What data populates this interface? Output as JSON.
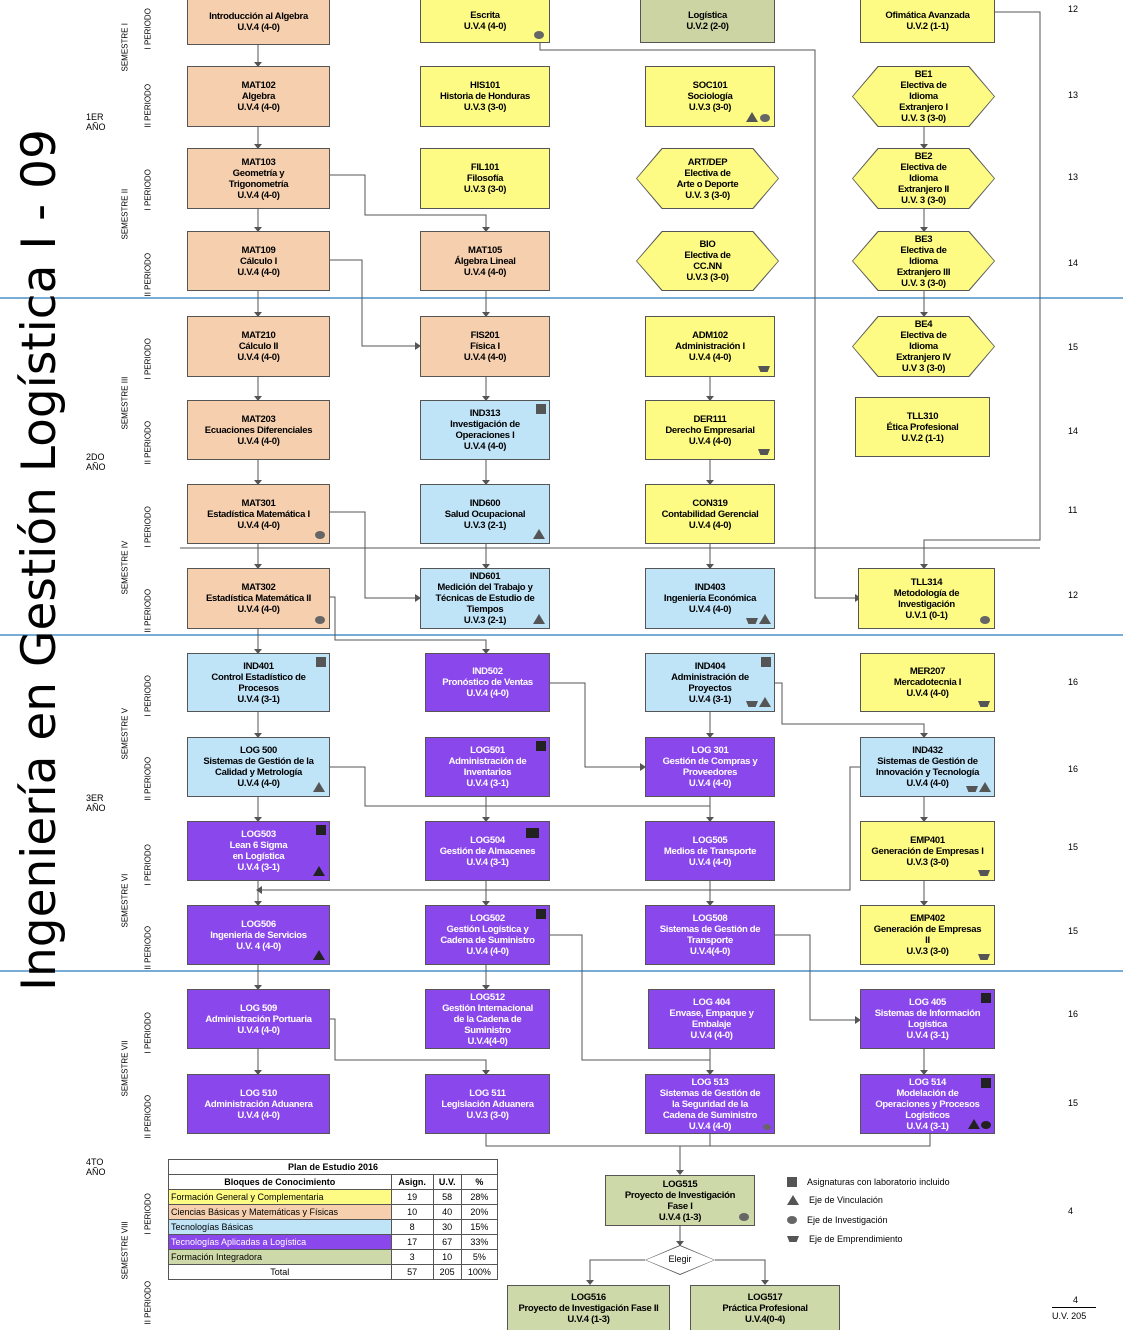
{
  "title": "Ingeniería en Gestión Logística I - 09",
  "years": {
    "y1": "1ER\nAÑO",
    "y2": "2DO\nAÑO",
    "y3": "3ER\nAÑO",
    "y4": "4TO\nAÑO"
  },
  "semesters": {
    "s1": "SEMESTRE I",
    "s2": "SEMESTRE II",
    "s3": "SEMESTRE III",
    "s4": "SEMESTRE IV",
    "s5": "SEMESTRE V",
    "s6": "SEMESTRE VI",
    "s7": "SEMESTRE VII",
    "s8": "SEMESTRE VIII"
  },
  "periods": {
    "p1": "I PERIODO",
    "p2": "II PERIODO"
  },
  "courses": {
    "c1": "Introducción al Algebra\nU.V.4 (4-0)",
    "c2": "Escrita\nU.V.4 (4-0)",
    "c3": "Logística\nU.V.2 (2-0)",
    "c4": "Ofimática Avanzada\nU.V.2 (1-1)",
    "c5": "MAT102\nAlgebra\nU.V.4 (4-0)",
    "c6": "HIS101\nHistoria de Honduras\nU.V.3 (3-0)",
    "c7": "SOC101\nSociología\nU.V.3 (3-0)",
    "c8": "BE1\nElectiva de\nIdioma\nExtranjero I\nU.V. 3 (3-0)",
    "c9": "MAT103\nGeometría y\nTrigonometría\nU.V.4 (4-0)",
    "c10": "FIL101\nFilosofía\nU.V.3 (3-0)",
    "c11": "ART/DEP\nElectiva de\nArte o Deporte\nU.V. 3 (3-0)",
    "c12": "BE2\nElectiva de\nIdioma\nExtranjero II\nU.V. 3 (3-0)",
    "c13": "MAT109\nCálculo I\nU.V.4 (4-0)",
    "c14": "MAT105\nÁlgebra Lineal\nU.V.4 (4-0)",
    "c15": "BIO\nElectiva de\nCC.NN\nU.V.3 (3-0)",
    "c16": "BE3\nElectiva de\nIdioma\nExtranjero III\nU.V. 3 (3-0)",
    "c17": "MAT210\nCálculo II\nU.V.4 (4-0)",
    "c18": "FIS201\nFísica I\nU.V.4 (4-0)",
    "c19": "ADM102\nAdministración I\nU.V.4 (4-0)",
    "c20": "BE4\nElectiva de\nIdioma\nExtranjero IV\nU.V 3 (3-0)",
    "c21": "MAT203\nEcuaciones Diferenciales\nU.V.4 (4-0)",
    "c22": "IND313\nInvestigación de\nOperaciones I\nU.V.4 (4-0)",
    "c23": "DER111\nDerecho Empresarial\nU.V.4 (4-0)",
    "c24": "TLL310\nÉtica Profesional\nU.V.2 (1-1)",
    "c25": "MAT301\nEstadística Matemática I\nU.V.4 (4-0)",
    "c26": "IND600\nSalud Ocupacional\nU.V.3 (2-1)",
    "c27": "CON319\nContabilidad Gerencial\nU.V.4 (4-0)",
    "c28": "MAT302\nEstadística Matemática II\nU.V.4 (4-0)",
    "c29": "IND601\nMedición del Trabajo y\nTécnicas de Estudio de\nTiempos\nU.V.3 (2-1)",
    "c30": "IND403\nIngeniería Económica\nU.V.4 (4-0)",
    "c31": "TLL314\nMetodología de\nInvestigación\nU.V.1 (0-1)",
    "c32": "IND401\nControl Estadístico de\nProcesos\nU.V.4 (3-1)",
    "c33": "IND502\nPronóstico de Ventas\nU.V.4 (4-0)",
    "c34": "IND404\nAdministración de\nProyectos\nU.V.4 (3-1)",
    "c35": "MER207\nMercadotecnia I\nU.V.4 (4-0)",
    "c36": "LOG 500\nSistemas de Gestión de la\nCalidad y Metrología\nU.V.4 (4-0)",
    "c37": "LOG501\nAdministración de\nInventarios\nU.V.4 (3-1)",
    "c38": "LOG 301\nGestión de Compras y\nProveedores\nU.V.4 (4-0)",
    "c39": "IND432\nSistemas de Gestión de\nInnovación y Tecnología\nU.V.4 (4-0)",
    "c40": "LOG503\nLean 6 Sigma\nen Logística\nU.V.4 (3-1)",
    "c41": "LOG504\nGestión de Almacenes\nU.V.4 (3-1)",
    "c42": "LOG505\nMedios de Transporte\nU.V.4 (4-0)",
    "c43": "EMP401\nGeneración de Empresas I\nU.V.3 (3-0)",
    "c44": "LOG506\nIngeniería de Servicios\nU.V. 4 (4-0)",
    "c45": "LOG502\nGestión Logística y\nCadena de Suministro\nU.V.4 (4-0)",
    "c46": "LOG508\nSistemas de Gestión de\nTransporte\nU.V.4(4-0)",
    "c47": "EMP402\nGeneración de Empresas\nII\nU.V.3 (3-0)",
    "c48": "LOG 509\nAdministración Portuaria\nU.V.4 (4-0)",
    "c49": "LOG512\nGestión Internacional\nde la Cadena de\nSuministro\nU.V.4(4-0)",
    "c50": "LOG 404\nEnvase, Empaque y\nEmbalaje\nU.V.4 (4-0)",
    "c51": "LOG 405\nSistemas de Información\nLogística\nU.V.4 (3-1)",
    "c52": "LOG 510\nAdministración Aduanera\nU.V.4 (4-0)",
    "c53": "LOG 511\nLegislación Aduanera\nU.V.3 (3-0)",
    "c54": "LOG 513\nSistemas de Gestión de\nla Seguridad de la\nCadena de Suministro\nU.V.4 (4-0)",
    "c55": "LOG 514\nModelación de\nOperaciones y Procesos\nLogísticos\nU.V.4 (3-1)",
    "c56": "LOG515\nProyecto de Investigación\nFase I\nU.V.4 (1-3)",
    "c57": "LOG516\nProyecto de Investigación Fase II\nU.V.4 (1-3)",
    "c58": "LOG517\nPráctica Profesional\nU.V.4(0-4)"
  },
  "row_totals": [
    "12",
    "13",
    "13",
    "14",
    "15",
    "14",
    "11",
    "12",
    "16",
    "16",
    "15",
    "15",
    "16",
    "15",
    "4",
    "4"
  ],
  "uv_total": "U.V. 205",
  "decision": "Elegir",
  "legend": {
    "lab": "Asignaturas con laboratorio incluido",
    "vinc": "Eje de Vinculación",
    "inv": "Eje de Investigación",
    "emp": "Eje de Emprendimiento"
  },
  "plan": {
    "title": "Plan de Estudio 2016",
    "headers": [
      "Bloques de Conocimiento",
      "Asign.",
      "U.V.",
      "%"
    ],
    "rows": [
      {
        "name": "Formación General y Complementaria",
        "a": "19",
        "uv": "58",
        "pct": "28%",
        "color": "#fdfb84"
      },
      {
        "name": "Ciencias Básicas y Matemáticas y Físicas",
        "a": "10",
        "uv": "40",
        "pct": "20%",
        "color": "#f5cfae"
      },
      {
        "name": "Tecnologías Básicas",
        "a": "8",
        "uv": "30",
        "pct": "15%",
        "color": "#bfe3f7"
      },
      {
        "name": "Tecnologías Aplicadas a Logística",
        "a": "17",
        "uv": "67",
        "pct": "33%",
        "color": "#8a47ec"
      },
      {
        "name": "Formación Integradora",
        "a": "3",
        "uv": "10",
        "pct": "5%",
        "color": "#cdd9a8"
      }
    ],
    "total": {
      "name": "Total",
      "a": "57",
      "uv": "205",
      "pct": "100%"
    }
  }
}
